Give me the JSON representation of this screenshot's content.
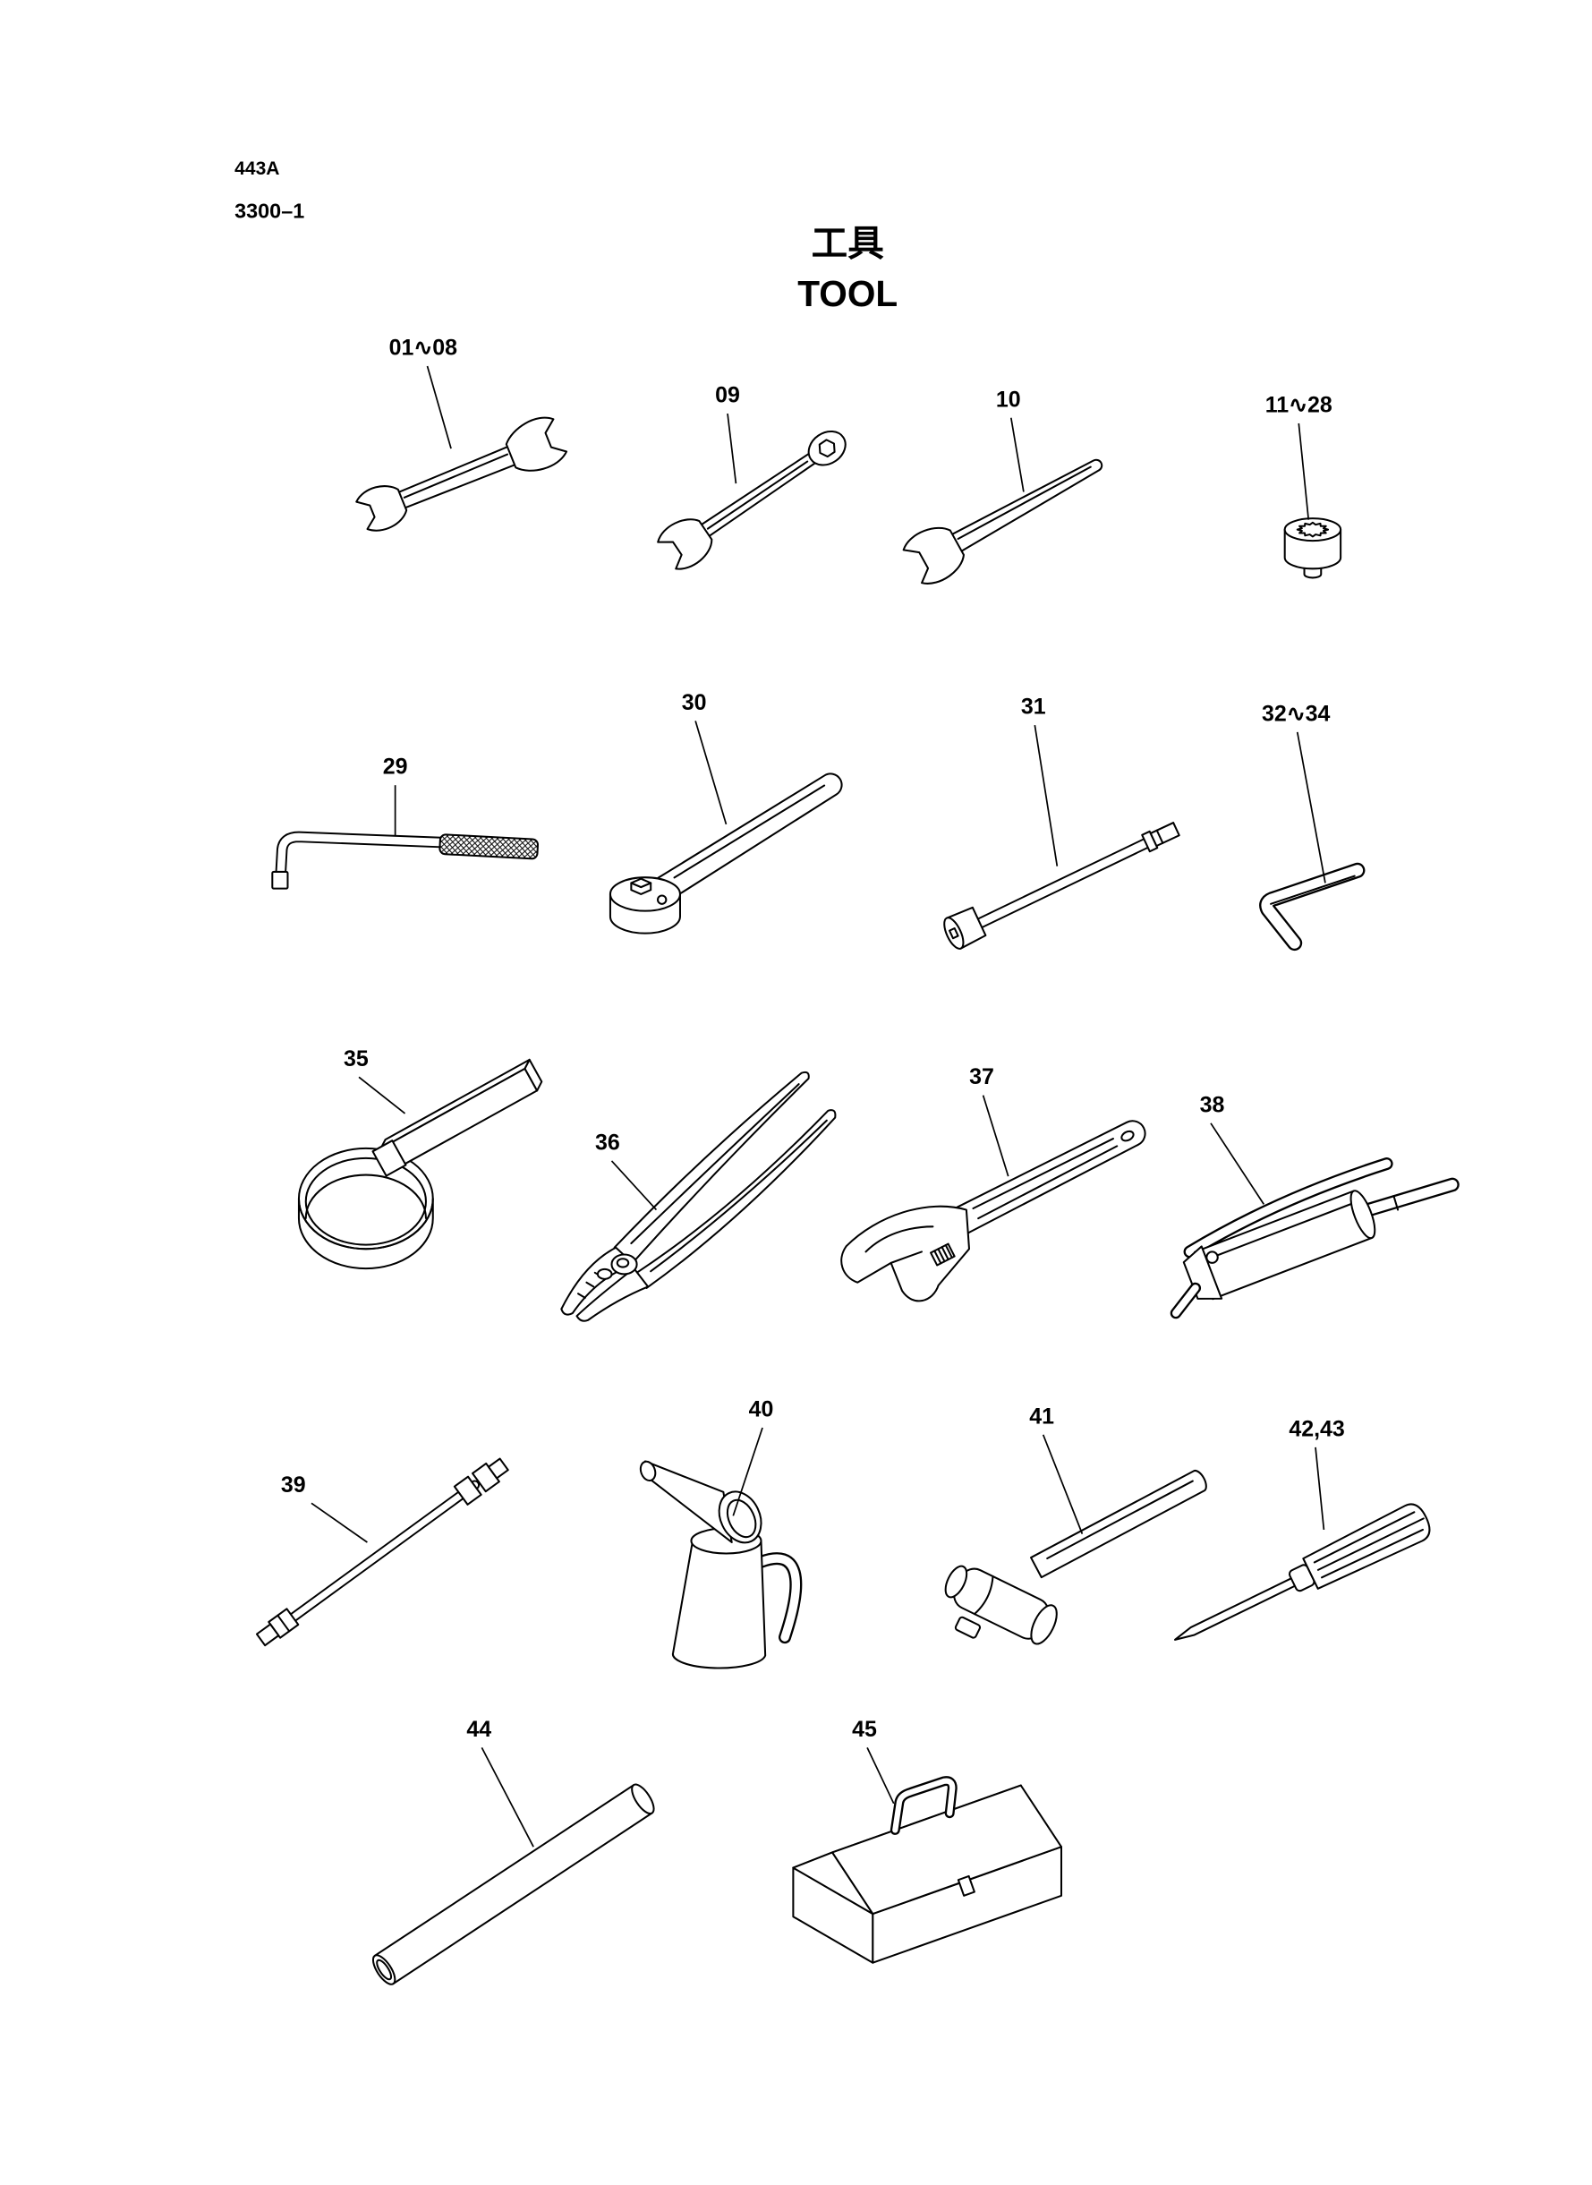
{
  "header": {
    "code": "443A",
    "page": "3300–1"
  },
  "title": {
    "ja": "工具",
    "en": "TOOL"
  },
  "colors": {
    "line": "#000000",
    "background": "#ffffff"
  },
  "callouts": [
    {
      "label": "01∿08",
      "icon": "double-open-end-wrench-icon"
    },
    {
      "label": "09",
      "icon": "combination-wrench-icon"
    },
    {
      "label": "10",
      "icon": "open-end-wrench-icon"
    },
    {
      "label": "11∿28",
      "icon": "socket-icon"
    },
    {
      "label": "29",
      "icon": "offset-hex-wrench-icon"
    },
    {
      "label": "30",
      "icon": "ratchet-handle-icon"
    },
    {
      "label": "31",
      "icon": "extension-bar-icon"
    },
    {
      "label": "32∿34",
      "icon": "hex-key-icon"
    },
    {
      "label": "35",
      "icon": "strap-wrench-icon"
    },
    {
      "label": "36",
      "icon": "pliers-icon"
    },
    {
      "label": "37",
      "icon": "adjustable-wrench-icon"
    },
    {
      "label": "38",
      "icon": "grease-gun-icon"
    },
    {
      "label": "39",
      "icon": "extension-rod-icon"
    },
    {
      "label": "40",
      "icon": "oil-pitcher-funnel-icon"
    },
    {
      "label": "41",
      "icon": "hammer-icon"
    },
    {
      "label": "42,43",
      "icon": "screwdriver-icon"
    },
    {
      "label": "44",
      "icon": "bar-icon"
    },
    {
      "label": "45",
      "icon": "toolbox-icon"
    }
  ]
}
